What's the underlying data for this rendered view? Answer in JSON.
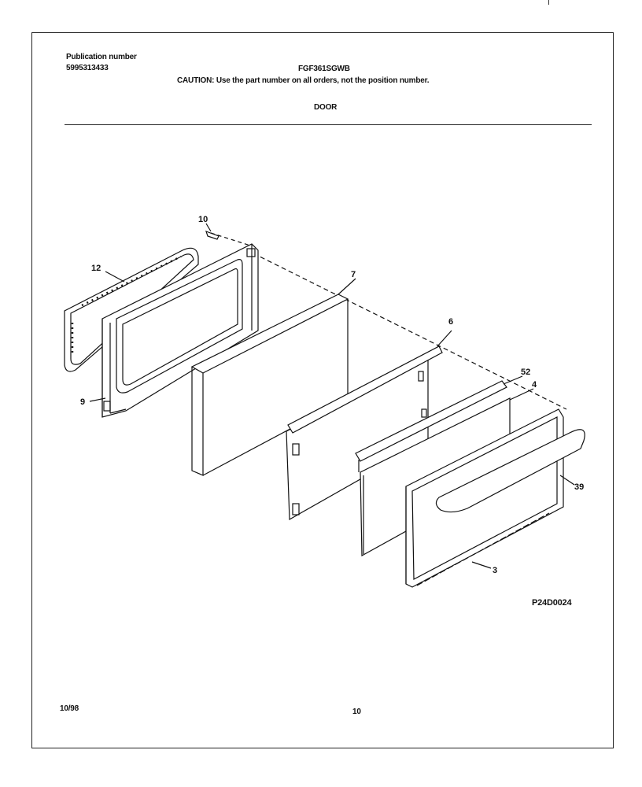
{
  "header": {
    "publication_label": "Publication number",
    "publication_number": "5995313433",
    "model": "FGF361SGWB",
    "caution": "CAUTION:  Use the part number on all orders, not the position number.",
    "section_title": "DOOR"
  },
  "diagram": {
    "callouts": [
      "10",
      "12",
      "7",
      "6",
      "52",
      "4",
      "9",
      "39",
      "3"
    ],
    "part_code": "P24D0024"
  },
  "footer": {
    "date": "10/98",
    "page_number": "10"
  }
}
